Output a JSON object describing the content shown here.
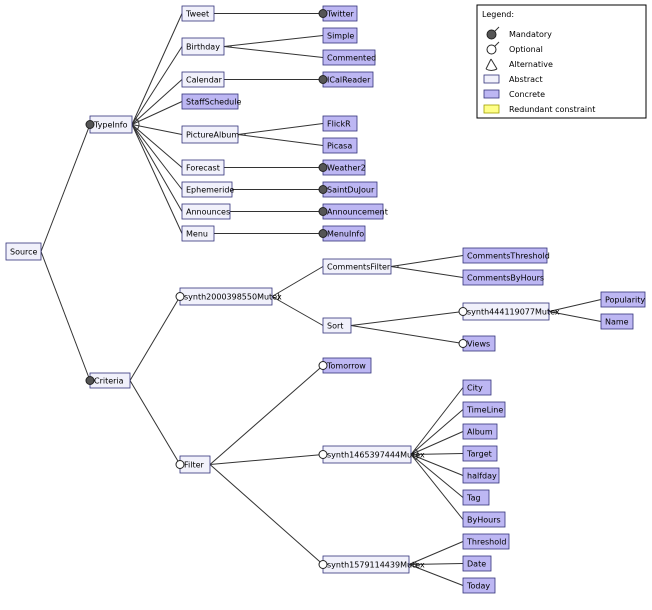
{
  "legend": {
    "title": "Legend:",
    "items": [
      {
        "kind": "mandatory",
        "label": "Mandatory"
      },
      {
        "kind": "optional",
        "label": "Optional"
      },
      {
        "kind": "alternative",
        "label": "Alternative"
      },
      {
        "kind": "abstract",
        "label": "Abstract"
      },
      {
        "kind": "concrete",
        "label": "Concrete"
      },
      {
        "kind": "redundant",
        "label": "Redundant constraint"
      }
    ]
  },
  "colors": {
    "abstract_fill": "#f1f1fb",
    "concrete_fill": "#bdb7f3",
    "redundant_fill": "#ffff88",
    "border": "#33337a",
    "line": "#333333"
  },
  "features": {
    "source": {
      "label": "Source",
      "type": "abstract"
    },
    "typeinfo": {
      "label": "TypeInfo",
      "type": "abstract"
    },
    "tweet": {
      "label": "Tweet",
      "type": "abstract"
    },
    "twitter": {
      "label": "Twitter",
      "type": "concrete"
    },
    "birthday": {
      "label": "Birthday",
      "type": "abstract"
    },
    "simple": {
      "label": "Simple",
      "type": "concrete"
    },
    "commented": {
      "label": "Commented",
      "type": "concrete"
    },
    "calendar": {
      "label": "Calendar",
      "type": "abstract"
    },
    "icalreader": {
      "label": "ICalReader",
      "type": "concrete"
    },
    "staffschedule": {
      "label": "StaffSchedule",
      "type": "concrete"
    },
    "picturealbum": {
      "label": "PictureAlbum",
      "type": "abstract"
    },
    "flickr": {
      "label": "FlickR",
      "type": "concrete"
    },
    "picasa": {
      "label": "Picasa",
      "type": "concrete"
    },
    "forecast": {
      "label": "Forecast",
      "type": "abstract"
    },
    "weather2": {
      "label": "Weather2",
      "type": "concrete"
    },
    "ephemeride": {
      "label": "Ephemeride",
      "type": "abstract"
    },
    "saintdujour": {
      "label": "SaintDuJour",
      "type": "concrete"
    },
    "announces": {
      "label": "Announces",
      "type": "abstract"
    },
    "announcement": {
      "label": "Announcement",
      "type": "concrete"
    },
    "menu": {
      "label": "Menu",
      "type": "abstract"
    },
    "menuinfo": {
      "label": "MenuInfo",
      "type": "concrete"
    },
    "criteria": {
      "label": "Criteria",
      "type": "abstract"
    },
    "mutex1": {
      "label": "synth2000398550Mutex",
      "type": "abstract"
    },
    "commentsfilter": {
      "label": "CommentsFilter",
      "type": "abstract"
    },
    "commentsthreshold": {
      "label": "CommentsThreshold",
      "type": "concrete"
    },
    "commentsbyhours": {
      "label": "CommentsByHours",
      "type": "concrete"
    },
    "sort": {
      "label": "Sort",
      "type": "abstract"
    },
    "mutex2": {
      "label": "synth444119077Mutex",
      "type": "abstract"
    },
    "popularity": {
      "label": "Popularity",
      "type": "concrete"
    },
    "name": {
      "label": "Name",
      "type": "concrete"
    },
    "views": {
      "label": "Views",
      "type": "concrete"
    },
    "filter": {
      "label": "Filter",
      "type": "abstract"
    },
    "tomorrow": {
      "label": "Tomorrow",
      "type": "concrete"
    },
    "mutex3": {
      "label": "synth1465397444Mutex",
      "type": "abstract"
    },
    "city": {
      "label": "City",
      "type": "concrete"
    },
    "timeline": {
      "label": "TimeLine",
      "type": "concrete"
    },
    "album": {
      "label": "Album",
      "type": "concrete"
    },
    "target": {
      "label": "Target",
      "type": "concrete"
    },
    "halfday": {
      "label": "halfday",
      "type": "concrete"
    },
    "tag": {
      "label": "Tag",
      "type": "concrete"
    },
    "byhours": {
      "label": "ByHours",
      "type": "concrete"
    },
    "mutex4": {
      "label": "synth1579114439Mutex",
      "type": "abstract"
    },
    "threshold": {
      "label": "Threshold",
      "type": "concrete"
    },
    "date": {
      "label": "Date",
      "type": "concrete"
    },
    "today": {
      "label": "Today",
      "type": "concrete"
    }
  },
  "edges": [
    {
      "parent": "source",
      "child": "typeinfo",
      "marker": "mandatory"
    },
    {
      "parent": "source",
      "child": "criteria",
      "marker": "mandatory"
    },
    {
      "parent": "typeinfo",
      "child": "tweet",
      "marker": "none"
    },
    {
      "parent": "typeinfo",
      "child": "birthday",
      "marker": "none"
    },
    {
      "parent": "typeinfo",
      "child": "calendar",
      "marker": "none"
    },
    {
      "parent": "typeinfo",
      "child": "staffschedule",
      "marker": "none"
    },
    {
      "parent": "typeinfo",
      "child": "picturealbum",
      "marker": "none"
    },
    {
      "parent": "typeinfo",
      "child": "forecast",
      "marker": "none"
    },
    {
      "parent": "typeinfo",
      "child": "ephemeride",
      "marker": "none"
    },
    {
      "parent": "typeinfo",
      "child": "announces",
      "marker": "none"
    },
    {
      "parent": "typeinfo",
      "child": "menu",
      "marker": "none"
    },
    {
      "parent": "tweet",
      "child": "twitter",
      "marker": "mandatory"
    },
    {
      "parent": "birthday",
      "child": "simple",
      "marker": "none"
    },
    {
      "parent": "birthday",
      "child": "commented",
      "marker": "none"
    },
    {
      "parent": "calendar",
      "child": "icalreader",
      "marker": "mandatory"
    },
    {
      "parent": "picturealbum",
      "child": "flickr",
      "marker": "none"
    },
    {
      "parent": "picturealbum",
      "child": "picasa",
      "marker": "none"
    },
    {
      "parent": "forecast",
      "child": "weather2",
      "marker": "mandatory"
    },
    {
      "parent": "ephemeride",
      "child": "saintdujour",
      "marker": "mandatory"
    },
    {
      "parent": "announces",
      "child": "announcement",
      "marker": "mandatory"
    },
    {
      "parent": "menu",
      "child": "menuinfo",
      "marker": "mandatory"
    },
    {
      "parent": "criteria",
      "child": "mutex1",
      "marker": "optional"
    },
    {
      "parent": "criteria",
      "child": "filter",
      "marker": "optional"
    },
    {
      "parent": "mutex1",
      "child": "commentsfilter",
      "marker": "none"
    },
    {
      "parent": "mutex1",
      "child": "sort",
      "marker": "none"
    },
    {
      "parent": "commentsfilter",
      "child": "commentsthreshold",
      "marker": "none"
    },
    {
      "parent": "commentsfilter",
      "child": "commentsbyhours",
      "marker": "none"
    },
    {
      "parent": "sort",
      "child": "mutex2",
      "marker": "optional"
    },
    {
      "parent": "sort",
      "child": "views",
      "marker": "optional"
    },
    {
      "parent": "mutex2",
      "child": "popularity",
      "marker": "none"
    },
    {
      "parent": "mutex2",
      "child": "name",
      "marker": "none"
    },
    {
      "parent": "filter",
      "child": "tomorrow",
      "marker": "optional"
    },
    {
      "parent": "filter",
      "child": "mutex3",
      "marker": "optional"
    },
    {
      "parent": "filter",
      "child": "mutex4",
      "marker": "optional"
    },
    {
      "parent": "mutex3",
      "child": "city",
      "marker": "none"
    },
    {
      "parent": "mutex3",
      "child": "timeline",
      "marker": "none"
    },
    {
      "parent": "mutex3",
      "child": "album",
      "marker": "none"
    },
    {
      "parent": "mutex3",
      "child": "target",
      "marker": "none"
    },
    {
      "parent": "mutex3",
      "child": "halfday",
      "marker": "none"
    },
    {
      "parent": "mutex3",
      "child": "tag",
      "marker": "none"
    },
    {
      "parent": "mutex3",
      "child": "byhours",
      "marker": "none"
    },
    {
      "parent": "mutex4",
      "child": "threshold",
      "marker": "none"
    },
    {
      "parent": "mutex4",
      "child": "date",
      "marker": "none"
    },
    {
      "parent": "mutex4",
      "child": "today",
      "marker": "none"
    }
  ],
  "alternative_groups": [
    "typeinfo",
    "birthday",
    "picturealbum",
    "mutex1",
    "commentsfilter",
    "mutex2",
    "mutex3",
    "mutex4"
  ]
}
